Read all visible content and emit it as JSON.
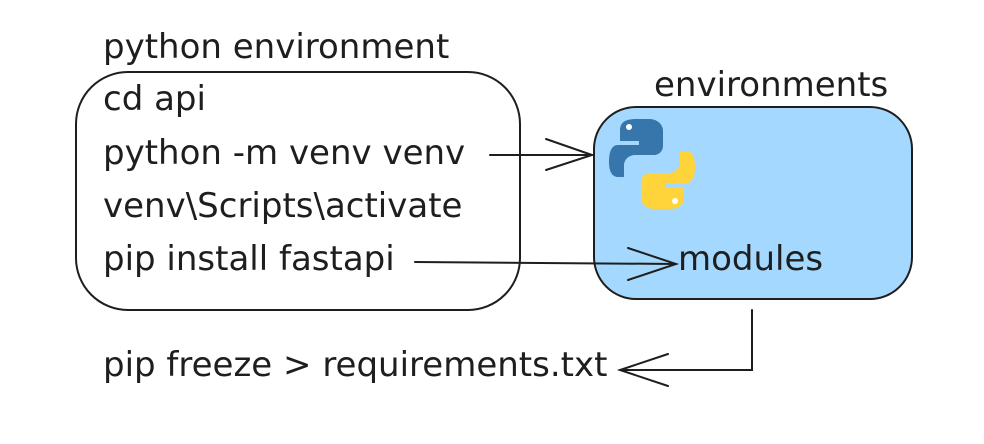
{
  "python_env": {
    "title": "python environment",
    "steps": [
      "cd api",
      "python -m venv venv",
      "venv\\Scripts\\activate",
      "pip install fastapi"
    ]
  },
  "environments": {
    "title": "environments",
    "modules_label": "modules",
    "icon": "python-logo-icon",
    "fill_color": "#a5d8ff"
  },
  "freeze_command": "pip freeze > requirements.txt"
}
